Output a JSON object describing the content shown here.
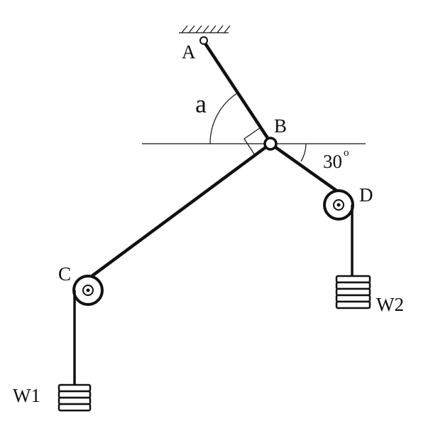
{
  "labels": {
    "point_a": "A",
    "point_b": "B",
    "point_c": "C",
    "point_d": "D",
    "angle_a": "a",
    "angle_30": "30",
    "degree_mark": "o",
    "weight_1": "W1",
    "weight_2": "W2"
  },
  "colors": {
    "ink": "#111111",
    "background": "#ffffff"
  }
}
